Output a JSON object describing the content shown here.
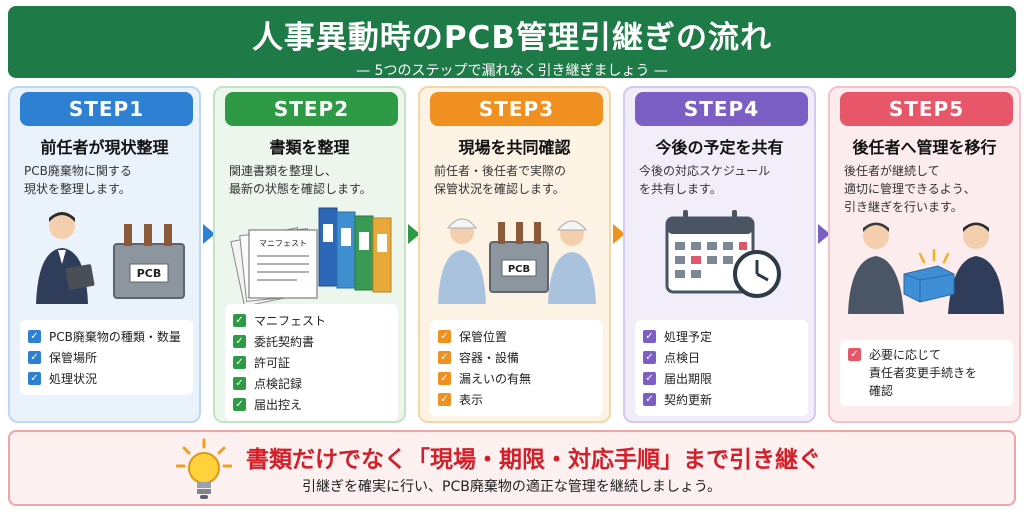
{
  "header": {
    "title": "人事異動時のPCB管理引継ぎの流れ",
    "subtitle": "— 5つのステップで漏れなく引き継ぎましょう —"
  },
  "steps": [
    {
      "label": "STEP1",
      "heading": "前任者が現状整理",
      "desc_lines": [
        "PCB廃棄物に関する",
        "現状を整理します。"
      ],
      "illus_label": "PCB",
      "items": [
        "PCB廃棄物の種類・数量",
        "保管場所",
        "処理状況"
      ],
      "color": "#2d80d2",
      "bg": "#eaf3fc",
      "border": "#bcd8f2"
    },
    {
      "label": "STEP2",
      "heading": "書類を整理",
      "desc_lines": [
        "関連書類を整理し、",
        "最新の状態を確認します。"
      ],
      "illus_label": "マニフェスト",
      "items": [
        "マニフェスト",
        "委託契約書",
        "許可証",
        "点検記録",
        "届出控え"
      ],
      "color": "#2f9a45",
      "bg": "#ecf6ec",
      "border": "#c3e3c6"
    },
    {
      "label": "STEP3",
      "heading": "現場を共同確認",
      "desc_lines": [
        "前任者・後任者で実際の",
        "保管状況を確認します。"
      ],
      "illus_label": "PCB",
      "items": [
        "保管位置",
        "容器・設備",
        "漏えいの有無",
        "表示"
      ],
      "color": "#f09020",
      "bg": "#fdf3e4",
      "border": "#f5d6a8"
    },
    {
      "label": "STEP4",
      "heading": "今後の予定を共有",
      "desc_lines": [
        "今後の対応スケジュール",
        "を共有します。"
      ],
      "items": [
        "処理予定",
        "点検日",
        "届出期限",
        "契約更新"
      ],
      "color": "#7b5fc4",
      "bg": "#f1edf9",
      "border": "#d4c9ee"
    },
    {
      "label": "STEP5",
      "heading": "後任者へ管理を移行",
      "desc_lines": [
        "後任者が継続して",
        "適切に管理できるよう、",
        "引き継ぎを行います。"
      ],
      "items": [
        "必要に応じて責任者変更手続きを確認"
      ],
      "items_display": [
        "必要に応じて",
        "責任者変更手続きを",
        "確認"
      ],
      "color": "#e8566a",
      "bg": "#fcecee",
      "border": "#f4c3ca"
    }
  ],
  "footer": {
    "main": "書類だけでなく「現場・期限・対応手順」まで引き継ぐ",
    "sub": "引継ぎを確実に行い、PCB廃棄物の適正な管理を継続しましょう。"
  },
  "icons": [
    "transformer-icon",
    "document-stack-icon",
    "binders-icon",
    "calendar-icon",
    "clock-icon",
    "box-handover-icon",
    "lightbulb-icon",
    "checkbox-icon",
    "arrow-right-icon"
  ]
}
